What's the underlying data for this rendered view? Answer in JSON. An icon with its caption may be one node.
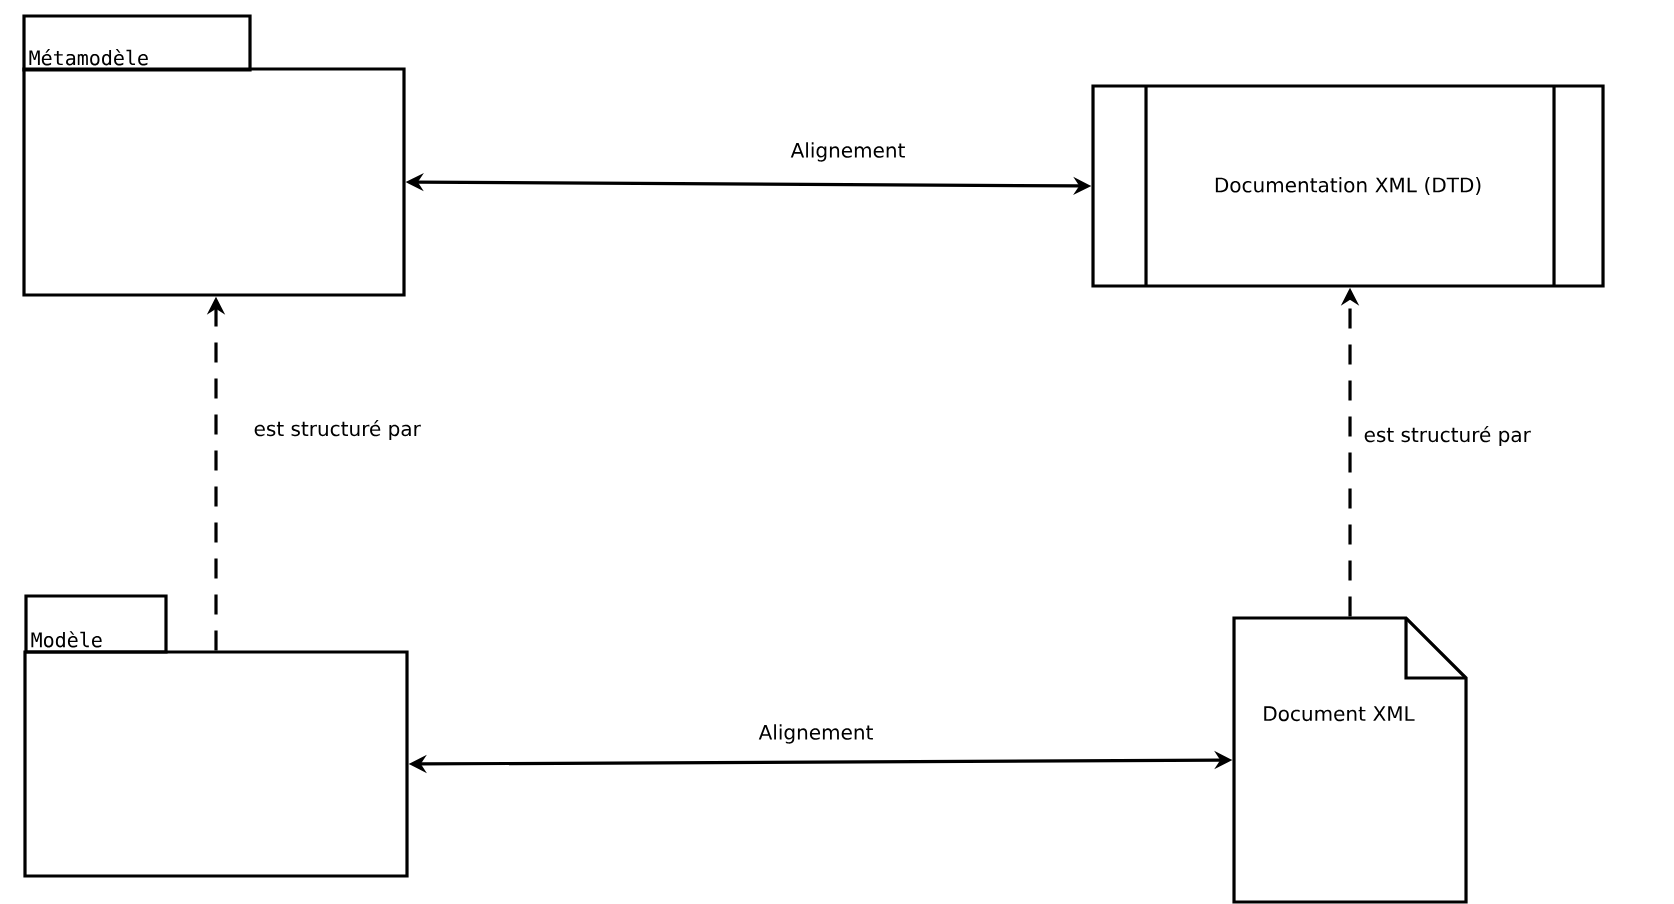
{
  "diagram": {
    "nodes": [
      {
        "text": [
          "Métamodèle"
        ]
      },
      {
        "text": [
          "Documentation XML (DTD)"
        ]
      },
      {
        "text": [
          "Modèle"
        ]
      },
      {
        "text": [
          "Document XML"
        ]
      }
    ],
    "edges": [
      {
        "from": 0,
        "to": 1,
        "arrow": "both",
        "label": "Alignement"
      },
      {
        "from": 2,
        "to": 0,
        "arrow": "to",
        "style": "dashed",
        "label": "est structuré par"
      },
      {
        "from": 2,
        "to": 3,
        "arrow": "both",
        "label": "Alignement"
      },
      {
        "from": 3,
        "to": 1,
        "arrow": "to",
        "style": "dashed",
        "label": "est structuré par"
      }
    ]
  }
}
